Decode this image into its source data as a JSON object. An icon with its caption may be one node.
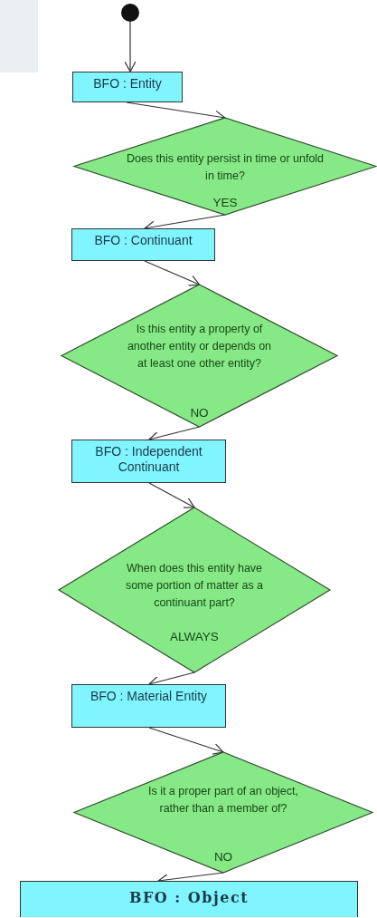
{
  "diagram": {
    "nodes": [
      {
        "text": [],
        "shape": "circle"
      },
      {
        "text": [
          "BFO : Entity"
        ]
      },
      {
        "text": [
          "Does this entity persist in time or unfold in time?",
          "YES"
        ]
      },
      {
        "text": [
          "BFO : Continuant"
        ]
      },
      {
        "text": [
          "Is this entity a property of another entity or depends on at least one other entity?",
          "NO"
        ]
      },
      {
        "text": [
          "BFO : Independent Continuant"
        ]
      },
      {
        "text": [
          "When does this entity have some portion of matter as a continuant part?",
          "ALWAYS"
        ]
      },
      {
        "text": [
          "BFO : Material Entity"
        ]
      },
      {
        "text": [
          "Is it a proper part of an object, rather than a member of?",
          "NO"
        ]
      },
      {
        "text": [
          "BFO : Object"
        ]
      }
    ],
    "edges": [
      {
        "from": 0,
        "to": 1,
        "arrow": "to"
      },
      {
        "from": 1,
        "to": 2,
        "arrow": "to"
      },
      {
        "from": 2,
        "to": 3,
        "arrow": "to"
      },
      {
        "from": 3,
        "to": 4,
        "arrow": "to"
      },
      {
        "from": 4,
        "to": 5,
        "arrow": "to"
      },
      {
        "from": 5,
        "to": 6,
        "arrow": "to"
      },
      {
        "from": 6,
        "to": 7,
        "arrow": "to"
      },
      {
        "from": 7,
        "to": 8,
        "arrow": "to"
      },
      {
        "from": 8,
        "to": 9,
        "arrow": "to"
      }
    ]
  }
}
